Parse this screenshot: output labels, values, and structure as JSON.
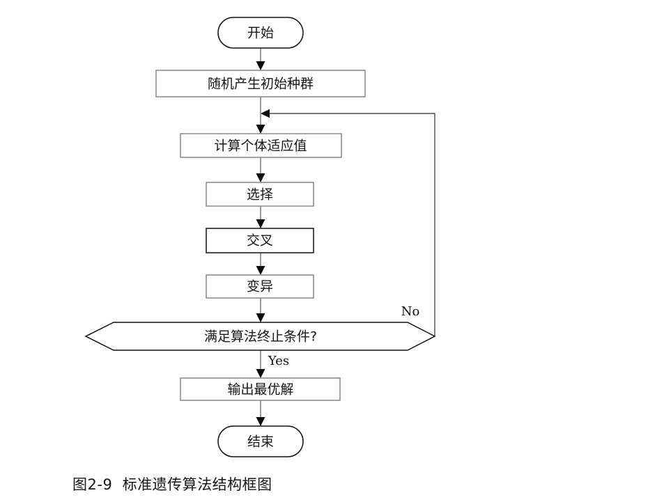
{
  "figure": {
    "caption": "图2-9  标准遗传算法结构框图",
    "background_color": "#ffffff",
    "line_color": "#9a9a9a",
    "border_color": "#2b2b2b",
    "text_color": "#15151a"
  },
  "flowchart": {
    "type": "flowchart",
    "orientation": "top-to-bottom",
    "nodes": [
      {
        "id": "start",
        "shape": "stadium",
        "label": "开始"
      },
      {
        "id": "init",
        "shape": "rect",
        "label": "随机产生初始种群"
      },
      {
        "id": "fitness",
        "shape": "rect",
        "label": "计算个体适应值"
      },
      {
        "id": "selection",
        "shape": "rect",
        "label": "选择"
      },
      {
        "id": "crossover",
        "shape": "rect",
        "label": "交叉"
      },
      {
        "id": "mutation",
        "shape": "rect",
        "label": "变异"
      },
      {
        "id": "decision",
        "shape": "hexagon",
        "label": "满足算法终止条件?"
      },
      {
        "id": "output",
        "shape": "rect",
        "label": "输出最优解"
      },
      {
        "id": "end",
        "shape": "stadium",
        "label": "结束"
      }
    ],
    "edges": [
      {
        "from": "start",
        "to": "init",
        "label": ""
      },
      {
        "from": "init",
        "to": "fitness",
        "label": ""
      },
      {
        "from": "fitness",
        "to": "selection",
        "label": ""
      },
      {
        "from": "selection",
        "to": "crossover",
        "label": ""
      },
      {
        "from": "crossover",
        "to": "mutation",
        "label": ""
      },
      {
        "from": "mutation",
        "to": "decision",
        "label": ""
      },
      {
        "from": "decision",
        "to": "output",
        "label": "Yes"
      },
      {
        "from": "decision",
        "to": "fitness",
        "label": "No"
      },
      {
        "from": "output",
        "to": "end",
        "label": ""
      }
    ],
    "edge_labels": {
      "yes": "Yes",
      "no": "No"
    }
  }
}
